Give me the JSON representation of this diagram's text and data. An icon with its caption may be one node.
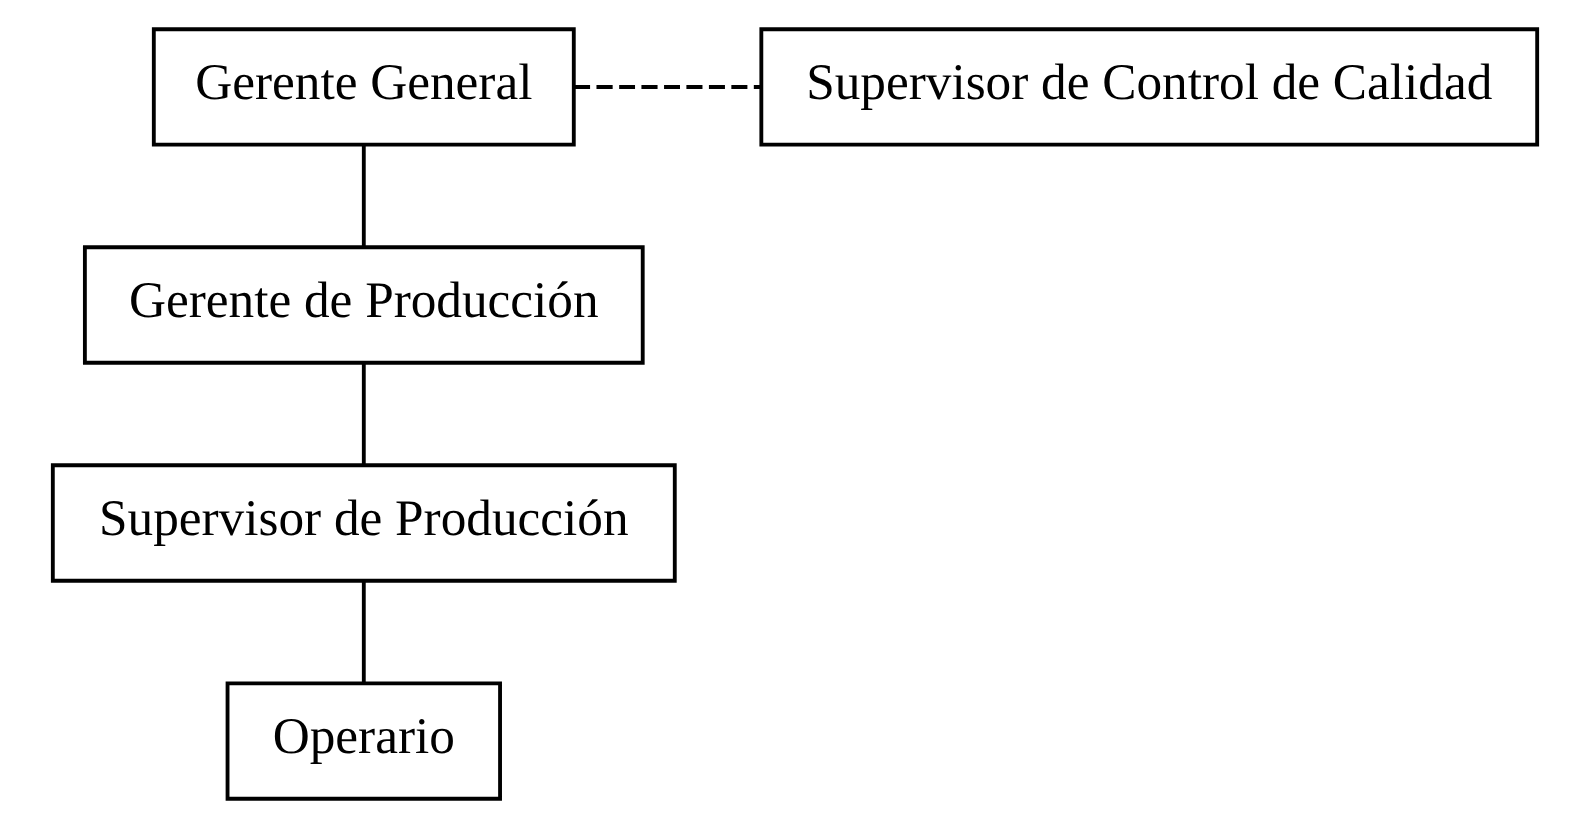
{
  "diagram": {
    "nodes": [
      {
        "text": [
          "Gerente General"
        ]
      },
      {
        "text": [
          "Supervisor de Control de Calidad"
        ]
      },
      {
        "text": [
          "Gerente de Producción"
        ]
      },
      {
        "text": [
          "Supervisor de Producción"
        ]
      },
      {
        "text": [
          "Operario"
        ]
      }
    ],
    "edges": [
      {
        "from": 0,
        "to": 2,
        "arrow": "none"
      },
      {
        "from": 0,
        "to": 1,
        "arrow": "none",
        "style": "dashed"
      },
      {
        "from": 2,
        "to": 3,
        "arrow": "none"
      },
      {
        "from": 3,
        "to": 4,
        "arrow": "none"
      }
    ]
  }
}
